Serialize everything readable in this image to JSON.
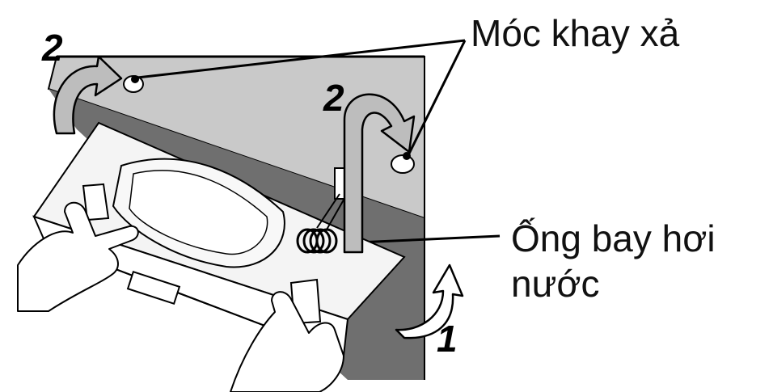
{
  "labels": {
    "hook": "Móc khay xả",
    "pipe_line1": "Ống bay hơi",
    "pipe_line2": "nước"
  },
  "steps": {
    "left_two": "2",
    "right_two": "2",
    "one": "1"
  },
  "colors": {
    "panel_light": "#c9c9c9",
    "panel_dark": "#6f6f6f",
    "outline": "#000000",
    "arrow_fill": "#bdbdbd",
    "tray_fill": "#ffffff",
    "text": "#111111"
  }
}
